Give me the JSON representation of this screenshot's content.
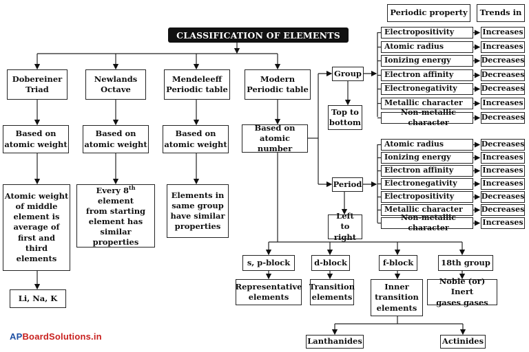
{
  "title": "CLASSIFICATION OF ELEMENTS",
  "headers": {
    "property": "Periodic property",
    "trend": "Trends in"
  },
  "branches": {
    "dobereiner": {
      "name": "Dobereiner\nTriad",
      "basis": "Based on\natomic weight",
      "detail": "Atomic weight\nof middle\nelement is\naverage of\nfirst and\nthird\nelements",
      "example": "Li, Na, K"
    },
    "newlands": {
      "name": "Newlands\nOctave",
      "basis": "Based on\natomic weight",
      "detail_before": "Every 8",
      "detail_sup": "th",
      "detail_after": " element",
      "detail_rest": "from starting\nelement has\nsimilar\nproperties"
    },
    "mendeleeff": {
      "name": "Mendeleeff\nPeriodic table",
      "basis": "Based on\natomic weight",
      "detail": "Elements in\nsame group\nhave similar\nproperties"
    },
    "modern": {
      "name": "Modern\nPeriodic table",
      "basis": "Based on\natomic number"
    }
  },
  "group": {
    "label": "Group",
    "direction": "Top to\nbottom",
    "rows": [
      {
        "property": "Electropositivity",
        "trend": "Increases"
      },
      {
        "property": "Atomic radius",
        "trend": "Increases"
      },
      {
        "property": "Ionizing energy",
        "trend": "Decreases"
      },
      {
        "property": "Electron affinity",
        "trend": "Decreases"
      },
      {
        "property": "Electronegativity",
        "trend": "Decreases"
      },
      {
        "property": "Metallic character",
        "trend": "Increases"
      },
      {
        "property": "Non-metallic character",
        "trend": "Decreases"
      }
    ]
  },
  "period": {
    "label": "Period",
    "direction": "Left\nto right",
    "rows": [
      {
        "property": "Atomic radius",
        "trend": "Decreases"
      },
      {
        "property": "Ionizing energy",
        "trend": "Increases"
      },
      {
        "property": "Electron affinity",
        "trend": "Increases"
      },
      {
        "property": "Electronegativity",
        "trend": "Increases"
      },
      {
        "property": "Electropositivity",
        "trend": "Decreases"
      },
      {
        "property": "Metallic character",
        "trend": "Decreases"
      },
      {
        "property": "Non-metallic character",
        "trend": "Increases"
      }
    ]
  },
  "blocks": {
    "sp": {
      "name": "s, p-block",
      "desc": "Representative\nelements"
    },
    "d": {
      "name": "d-block",
      "desc": "Transition\nelements"
    },
    "f": {
      "name": "f-block",
      "desc": "Inner\ntransition\nelements",
      "children": [
        "Lanthanides",
        "Actinides"
      ]
    },
    "g18": {
      "name": "18th group",
      "desc": "Noble (or) Inert\ngases        gases"
    }
  },
  "watermark": "APBoardSolutions.in"
}
